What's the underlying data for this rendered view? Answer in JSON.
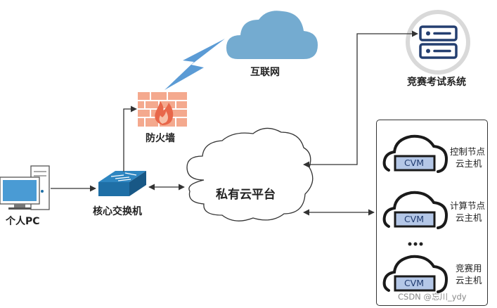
{
  "labels": {
    "internet": "互联网",
    "competition_system": "竞赛考试系统",
    "firewall": "防火墙",
    "private_cloud": "私有云平台",
    "core_switch": "核心交换机",
    "personal_pc": "个人PC"
  },
  "nodes": [
    {
      "lines": [
        "控制节点",
        "云主机"
      ],
      "cvm": "CVM"
    },
    {
      "lines": [
        "计算节点",
        "云主机"
      ],
      "cvm": "CVM"
    },
    {
      "lines": [
        "竞赛用",
        "云主机"
      ],
      "cvm": "CVM"
    }
  ],
  "ellipsis": "•••",
  "watermark": "CSDN @忘川_ydy",
  "colors": {
    "internet_cloud": "#74ABD0",
    "lightning": "#5B9BD5",
    "firewall": "#F4A98E",
    "switch": "#1F6FA6",
    "cvm_fill": "#B4C7E7",
    "line": "#333333"
  },
  "icons": [
    "internet-cloud-icon",
    "lightning-icon",
    "firewall-icon",
    "server-icon",
    "switch-icon",
    "pc-icon",
    "cloud-outline-icon"
  ]
}
